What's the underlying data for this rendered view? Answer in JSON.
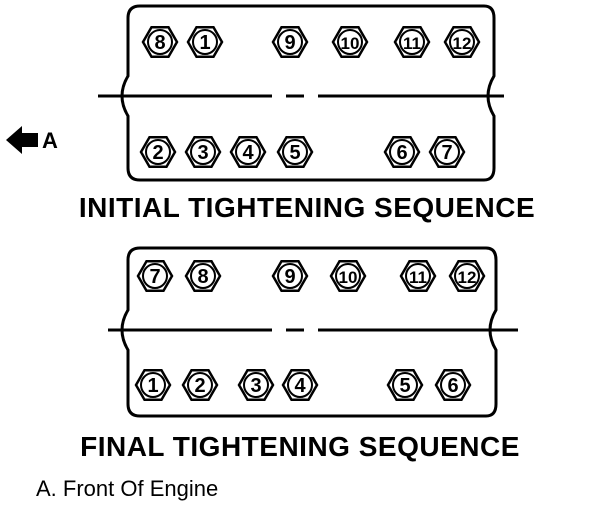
{
  "front_indicator": {
    "label": "A"
  },
  "panels": [
    {
      "title": "INITIAL TIGHTENING SEQUENCE",
      "top_row": [
        "8",
        "1",
        "9",
        "10",
        "11",
        "12"
      ],
      "bottom_row": [
        "2",
        "3",
        "4",
        "5",
        "6",
        "7"
      ]
    },
    {
      "title": "FINAL TIGHTENING SEQUENCE",
      "top_row": [
        "7",
        "8",
        "9",
        "10",
        "11",
        "12"
      ],
      "bottom_row": [
        "1",
        "2",
        "3",
        "4",
        "5",
        "6"
      ]
    }
  ],
  "legend": {
    "text": "A.  Front Of Engine"
  }
}
